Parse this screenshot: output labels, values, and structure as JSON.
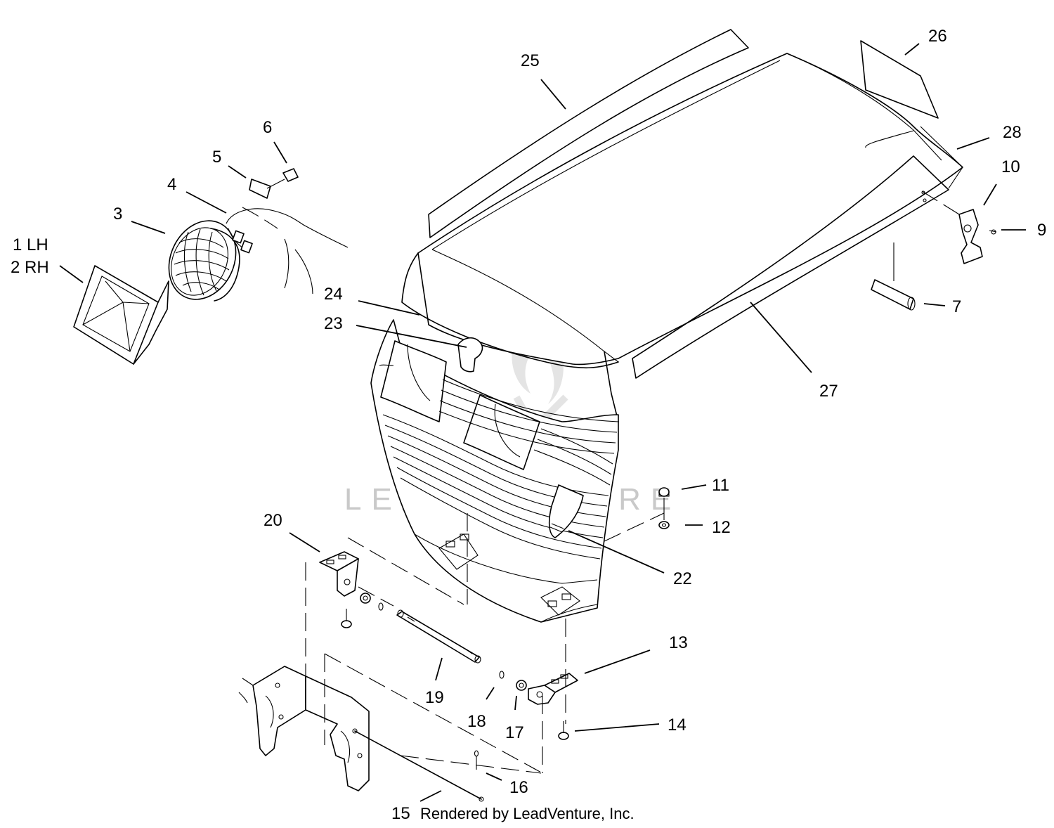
{
  "watermark": "LEADVENTURE",
  "credit": "Rendered by LeadVenture, Inc.",
  "callouts": [
    {
      "id": "1",
      "text": "1 LH"
    },
    {
      "id": "2",
      "text": "2 RH"
    },
    {
      "id": "3",
      "text": "3"
    },
    {
      "id": "4",
      "text": "4"
    },
    {
      "id": "5",
      "text": "5"
    },
    {
      "id": "6",
      "text": "6"
    },
    {
      "id": "7",
      "text": "7"
    },
    {
      "id": "9",
      "text": "9"
    },
    {
      "id": "10",
      "text": "10"
    },
    {
      "id": "11",
      "text": "11"
    },
    {
      "id": "12",
      "text": "12"
    },
    {
      "id": "13",
      "text": "13"
    },
    {
      "id": "14",
      "text": "14"
    },
    {
      "id": "15",
      "text": "15"
    },
    {
      "id": "16",
      "text": "16"
    },
    {
      "id": "17",
      "text": "17"
    },
    {
      "id": "18",
      "text": "18"
    },
    {
      "id": "19",
      "text": "19"
    },
    {
      "id": "20",
      "text": "20"
    },
    {
      "id": "22",
      "text": "22"
    },
    {
      "id": "23",
      "text": "23"
    },
    {
      "id": "24",
      "text": "24"
    },
    {
      "id": "25",
      "text": "25"
    },
    {
      "id": "26",
      "text": "26"
    },
    {
      "id": "27",
      "text": "27"
    },
    {
      "id": "28",
      "text": "28"
    }
  ]
}
